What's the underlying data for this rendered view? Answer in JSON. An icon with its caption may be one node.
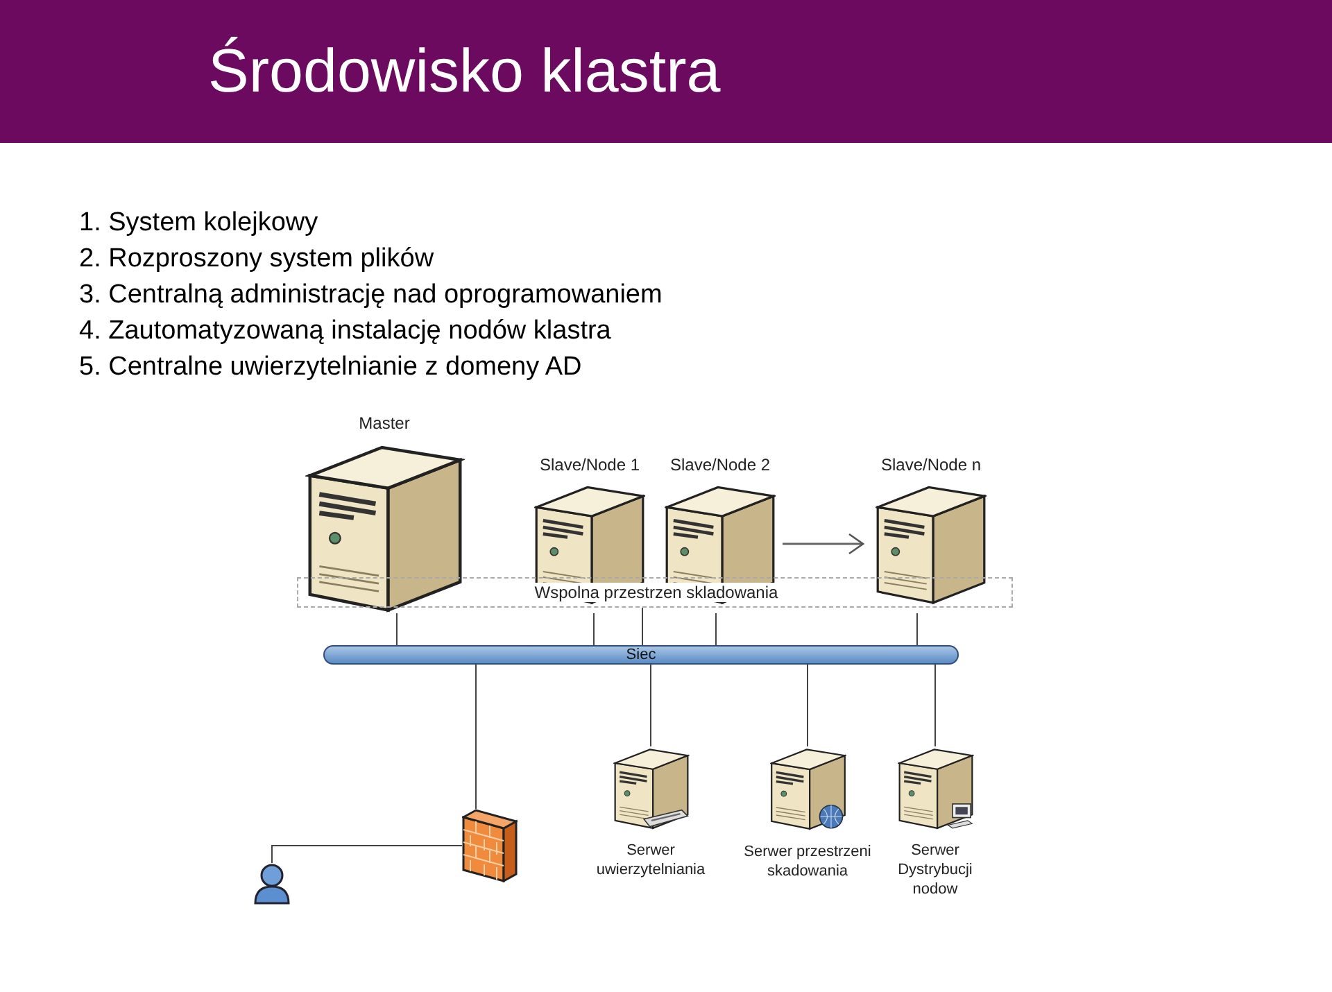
{
  "diagram": {
    "title": "Środowisko klastra",
    "labels": [
      "1. System kolejkowy",
      "2. Rozproszony system plików",
      "3. Centralną administrację nad oprogramowaniem",
      "4. Zautomatyzowaną instalację nodów klastra",
      "5. Centralne uwierzytelnianie z domeny AD"
    ],
    "nodes": [
      {
        "text": [
          "Master"
        ]
      },
      {
        "text": [
          "Slave/Node 1"
        ]
      },
      {
        "text": [
          "Slave/Node 2"
        ]
      },
      {
        "text": [
          "Slave/Node n"
        ]
      },
      {
        "text": [
          "Wspolna przestrzen skladowania"
        ]
      },
      {
        "text": [
          "Siec"
        ]
      },
      {
        "text": [],
        "shape": "wall"
      },
      {
        "text": [],
        "shape": "person"
      },
      {
        "text": [
          "Serwer uwierzytelniania"
        ]
      },
      {
        "text": [
          "Serwer przestrzeni skadowania"
        ]
      },
      {
        "text": [
          "Serwer Dystrybucji nodow"
        ]
      }
    ],
    "edges": [
      {
        "from": 0,
        "to": 5,
        "arrow": "none"
      },
      {
        "from": 1,
        "to": 5,
        "arrow": "none"
      },
      {
        "from": 4,
        "to": 5,
        "arrow": "none"
      },
      {
        "from": 2,
        "to": 5,
        "arrow": "none"
      },
      {
        "from": 3,
        "to": 5,
        "arrow": "none"
      },
      {
        "from": 2,
        "to": 3,
        "arrow": "to"
      },
      {
        "from": 5,
        "to": 6,
        "arrow": "none"
      },
      {
        "from": 6,
        "to": 7,
        "arrow": "none"
      },
      {
        "from": 5,
        "to": 8,
        "arrow": "none"
      },
      {
        "from": 5,
        "to": 9,
        "arrow": "none"
      },
      {
        "from": 5,
        "to": 10,
        "arrow": "none"
      }
    ]
  }
}
